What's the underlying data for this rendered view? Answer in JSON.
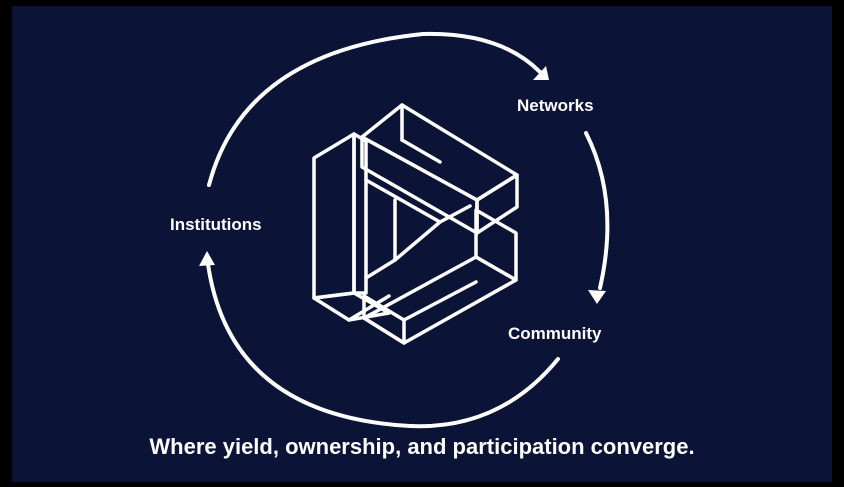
{
  "slide": {
    "tagline": "Where yield, ownership, and participation converge.",
    "nodes": [
      {
        "id": "networks",
        "label": "Networks"
      },
      {
        "id": "community",
        "label": "Community"
      },
      {
        "id": "institutions",
        "label": "Institutions"
      }
    ]
  },
  "colors": {
    "background": "#0b1337",
    "letterbox": "#000000",
    "foreground": "#ffffff"
  },
  "icons": [
    "impossible-triangle-logo",
    "cycle-arrow-icon"
  ]
}
